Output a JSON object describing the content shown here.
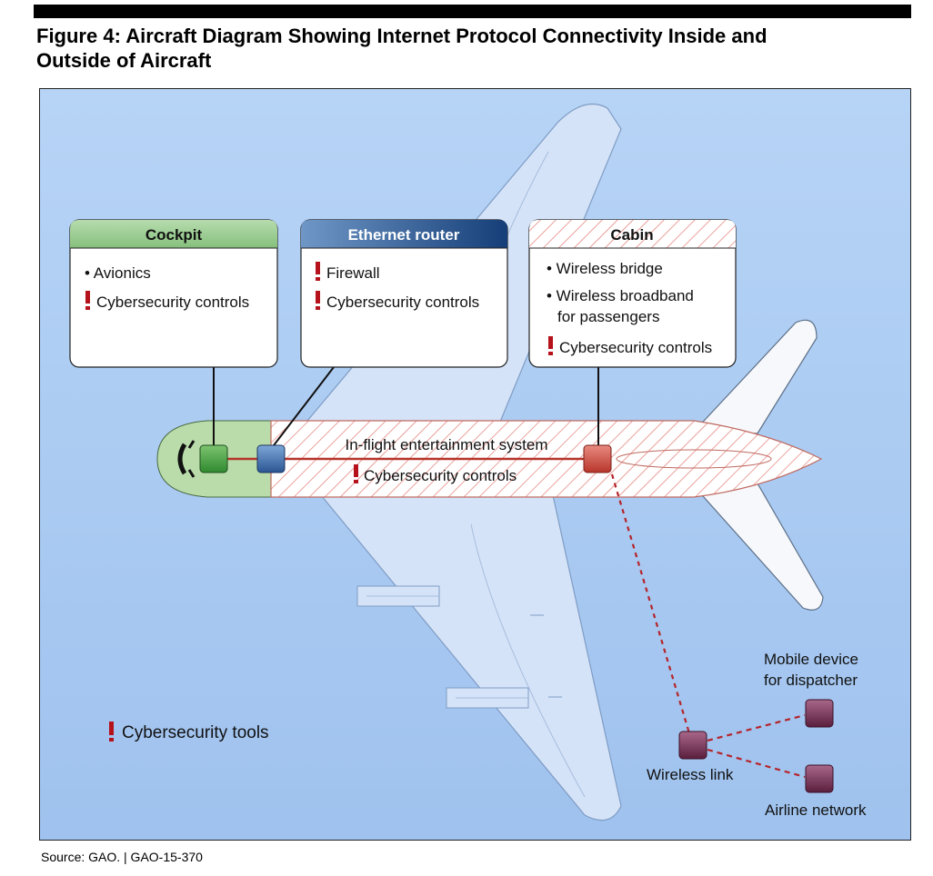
{
  "figure": {
    "title_line1": "Figure 4: Aircraft Diagram Showing Internet Protocol Connectivity Inside and",
    "title_line2": "Outside of Aircraft"
  },
  "boxes": {
    "cockpit": {
      "title": "Cockpit",
      "item1": "• Avionics",
      "item2": "Cybersecurity controls"
    },
    "router": {
      "title": "Ethernet router",
      "item1": "Firewall",
      "item2": "Cybersecurity controls"
    },
    "cabin": {
      "title": "Cabin",
      "item1": "• Wireless bridge",
      "item2_line1": "• Wireless broadband",
      "item2_line2": "for passengers",
      "item3": "Cybersecurity controls"
    }
  },
  "fuselage": {
    "ife_label": "In-flight entertainment system",
    "ife_controls": "Cybersecurity controls"
  },
  "external": {
    "wireless_link": "Wireless link",
    "mobile_line1": "Mobile device",
    "mobile_line2": "for dispatcher",
    "airline_network": "Airline network"
  },
  "legend": {
    "label": "Cybersecurity tools"
  },
  "source": "Source: GAO.  |  GAO-15-370",
  "colors": {
    "sky": "#a9cbf2",
    "cockpit_green": "#93c58a",
    "router_blue": "#2a5f9e",
    "cabin_red": "#c0392b",
    "alert_red": "#b5121b",
    "device_purple": "#6b2a45"
  }
}
